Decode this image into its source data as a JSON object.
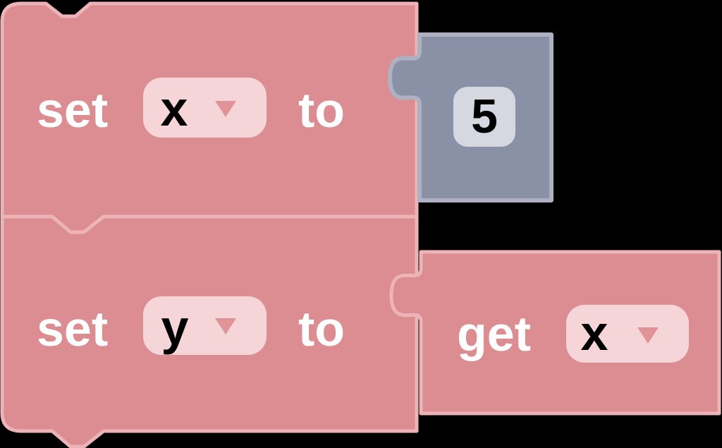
{
  "workspace": {
    "background": "#000000"
  },
  "colors": {
    "variable_block_fill": "#DB8D91",
    "variable_block_border": "#EDB4B7",
    "variable_field_fill": "#F5D5D7",
    "dropdown_arrow": "#E09498",
    "number_block_fill": "#8A90A6",
    "number_block_border": "#ADB1C2",
    "number_field_fill": "#D5D7E1",
    "label_text": "#FFFFFF",
    "field_text": "#000000"
  },
  "blocks": {
    "set_x": {
      "keyword": "set",
      "variable": "x",
      "preposition": "to"
    },
    "number_value": {
      "value": "5"
    },
    "set_y": {
      "keyword": "set",
      "variable": "y",
      "preposition": "to"
    },
    "get_x": {
      "keyword": "get",
      "variable": "x"
    }
  }
}
